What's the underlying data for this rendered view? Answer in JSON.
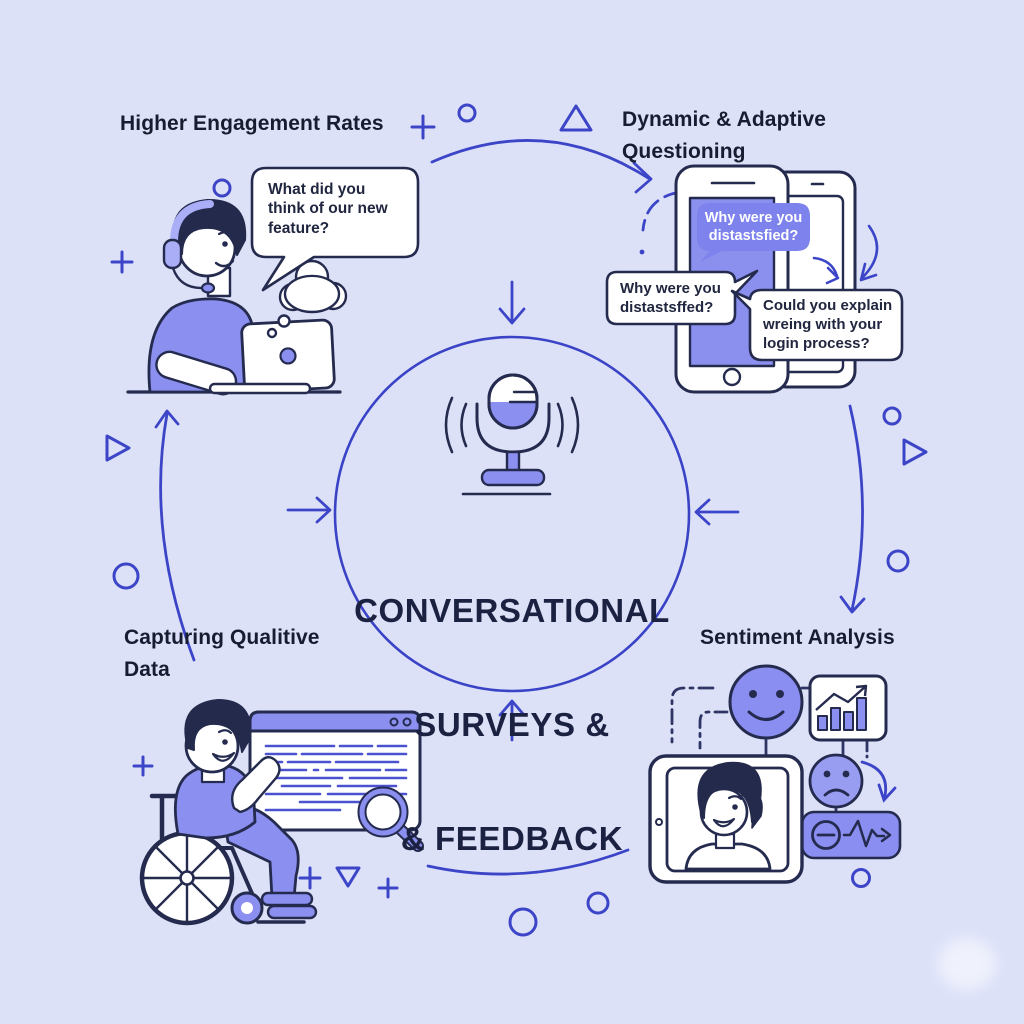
{
  "diagram": {
    "title_lines": [
      "CONVERSATIONAL",
      "SURVEYS &",
      "& FEEDBACK"
    ],
    "center_icon": "microphone-icon",
    "quadrants": {
      "top_left": {
        "heading": "Higher Engagement Rates",
        "speech_bubble": "What did you think of our new feature?"
      },
      "top_right": {
        "heading": "Dynamic & Adaptive Questioning",
        "phone_bubble": "Why were you distastsfied?",
        "left_bubble": "Why were you distastsffed?",
        "right_bubble": "Could you explain wreing with your login process?"
      },
      "bottom_left": {
        "heading": "Capturing Qualitive Data"
      },
      "bottom_right": {
        "heading": "Sentiment Analysis"
      }
    },
    "icons": [
      "microphone-icon",
      "sound-waves-icon",
      "headset-person-icon",
      "laptop-icon",
      "thought-cloud-icon",
      "smartphone-icon",
      "wheelchair-person-icon",
      "browser-window-icon",
      "magnifier-icon",
      "tablet-person-icon",
      "smiley-face-icon",
      "sad-face-icon",
      "bar-chart-icon",
      "waveform-badge-icon"
    ],
    "colors": {
      "background": "#dce1f8",
      "indigo_line": "#3c45c7",
      "navy_outline": "#252b4e",
      "purple_fill": "#8a8ff0",
      "purple_bubble": "#7d82ec",
      "purple_soft": "#a9aef6",
      "white": "#ffffff",
      "ink": "#171c30"
    }
  }
}
